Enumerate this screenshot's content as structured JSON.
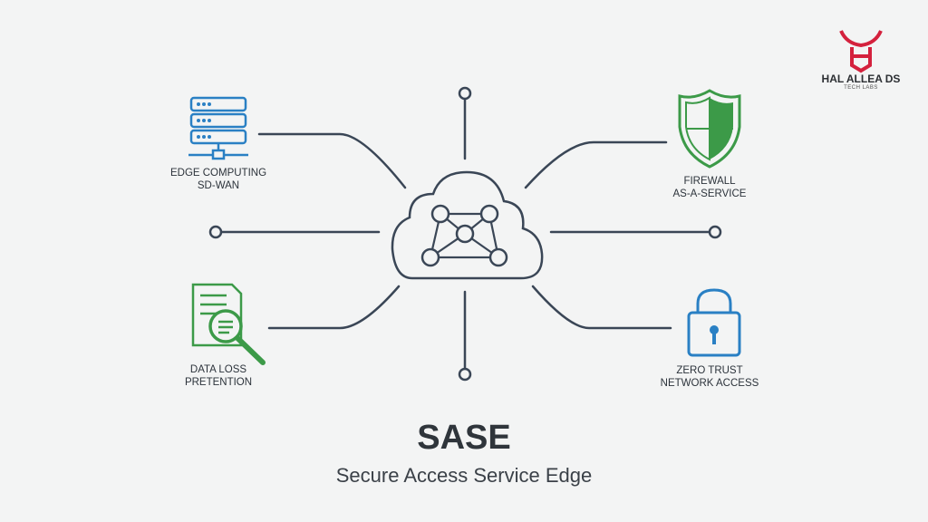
{
  "title": "SASE",
  "subtitle": "Secure Access Service Edge",
  "logo": {
    "name": "HAL ALLEA DS",
    "tagline": "TECH LABS"
  },
  "features": [
    {
      "line1": "Edge Computing",
      "line2": "SD-WAN",
      "icon": "server-icon"
    },
    {
      "line1": "Firewall",
      "line2": "As-a-Service",
      "icon": "shield-icon"
    },
    {
      "line1": "Data Loss",
      "line2": "Pretention",
      "icon": "document-search-icon"
    },
    {
      "line1": "Zero Trust",
      "line2": "Network Access",
      "icon": "padlock-icon"
    }
  ],
  "colors": {
    "line": "#3a4656",
    "blue": "#2a80c4",
    "green": "#3c9a48",
    "logo": "#d4213d"
  }
}
